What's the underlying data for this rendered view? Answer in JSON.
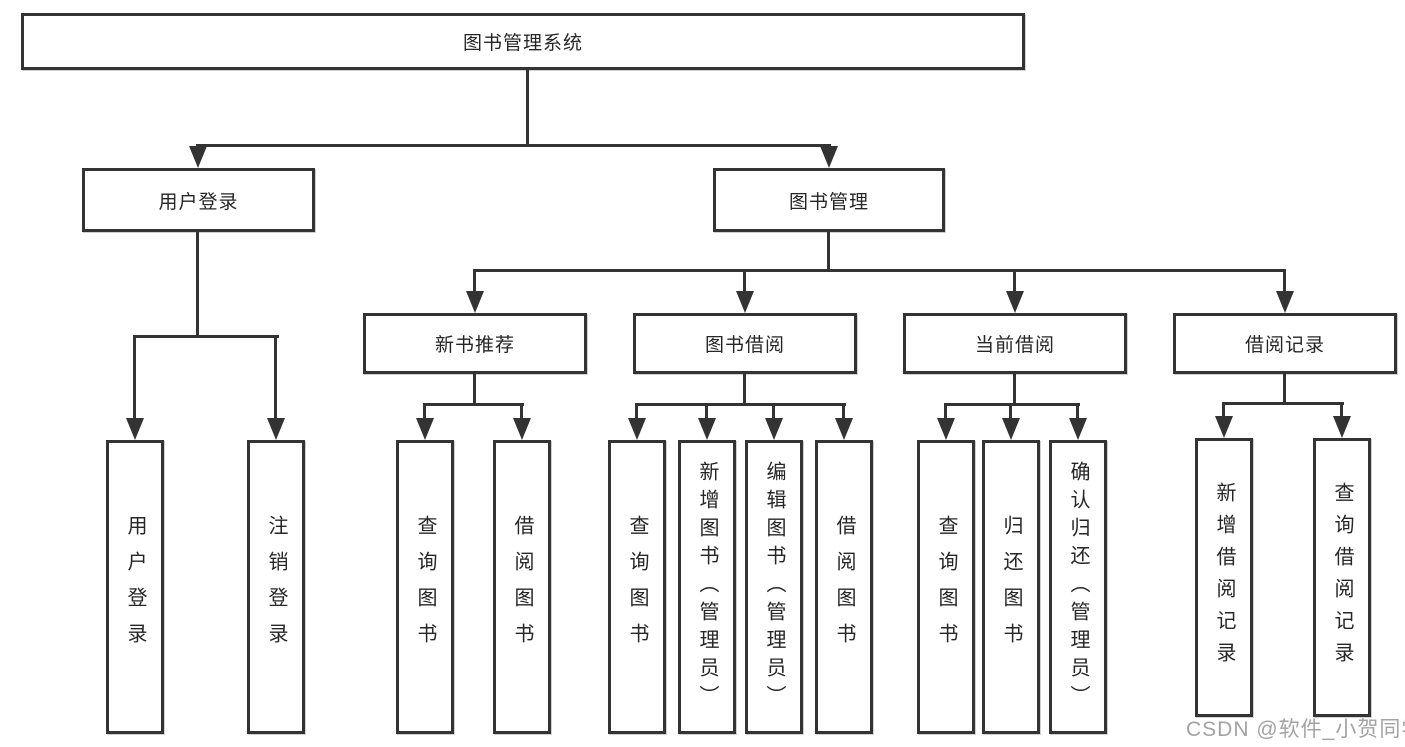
{
  "title": "图书管理系统",
  "branches": {
    "user": {
      "label": "用户登录",
      "children": [
        "用户登录",
        "注销登录"
      ]
    },
    "book": {
      "label": "图书管理"
    }
  },
  "sections": {
    "recommend": {
      "label": "新书推荐",
      "children": [
        "查询图书",
        "借阅图书"
      ]
    },
    "borrow": {
      "label": "图书借阅",
      "children": [
        "查询图书",
        "新增图书（管理员）",
        "编辑图书（管理员）",
        "借阅图书"
      ]
    },
    "current": {
      "label": "当前借阅",
      "children": [
        "查询图书",
        "归还图书",
        "确认归还（管理员）"
      ]
    },
    "records": {
      "label": "借阅记录",
      "children": [
        "新增借阅记录",
        "查询借阅记录"
      ]
    }
  },
  "watermark": "CSDN @软件_小贺同学",
  "colors": {
    "line": "#333333",
    "text": "#262626",
    "box_bg": "#ffffff",
    "watermark": "#a3a3a3"
  }
}
